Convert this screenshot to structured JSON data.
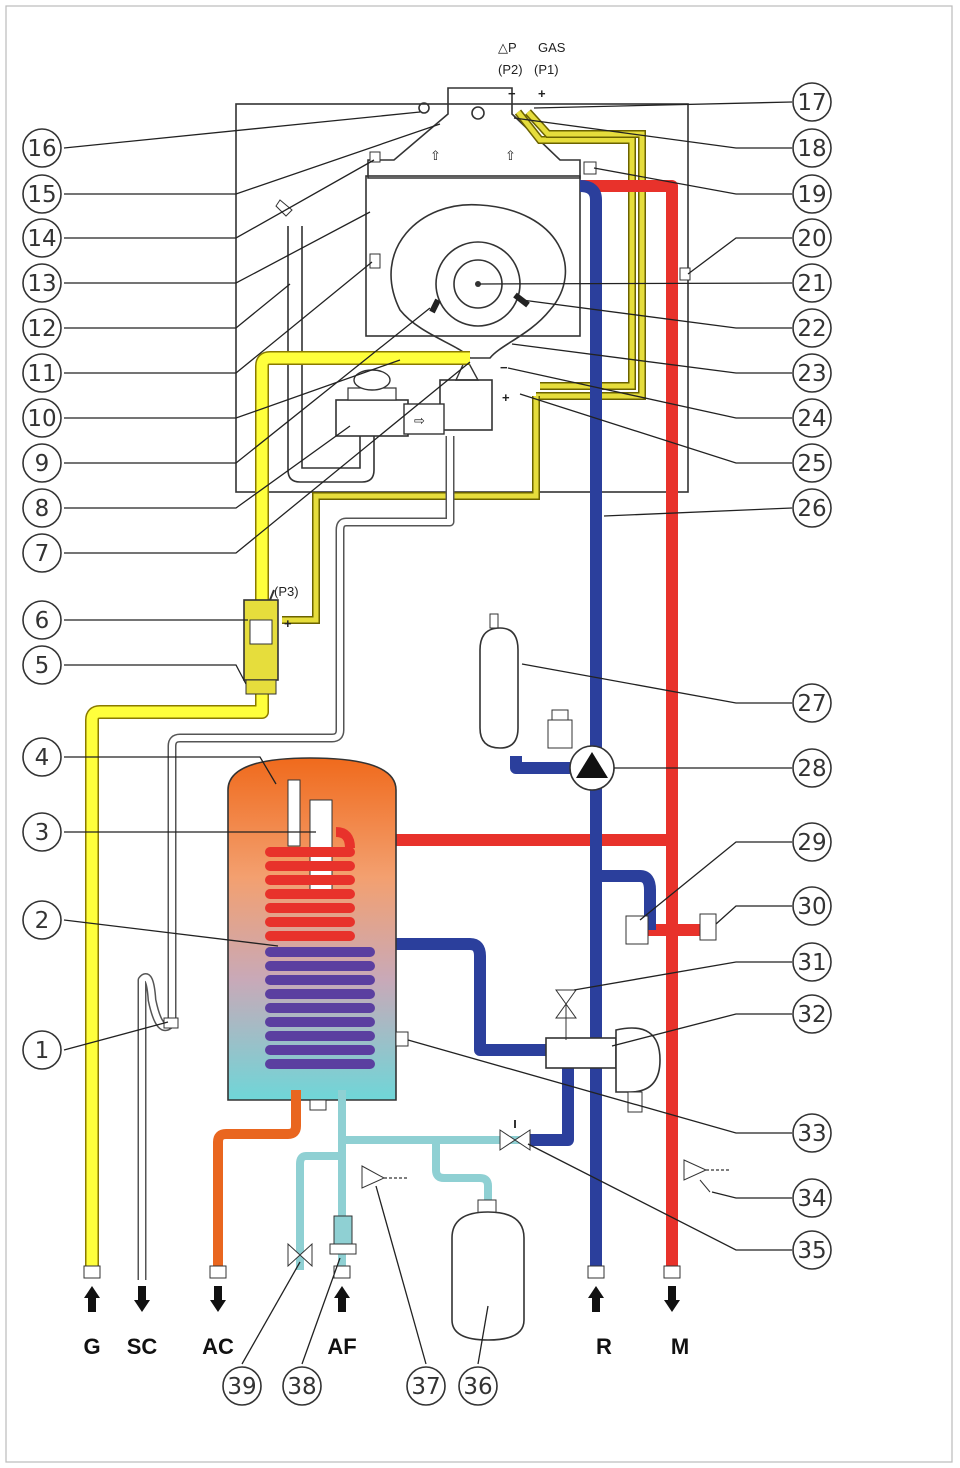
{
  "header": {
    "delta_p_label": "△P",
    "gas_label": "GAS",
    "p2_label": "(P2)",
    "p1_label": "(P1)",
    "minus_sign": "−",
    "plus_sign": "+"
  },
  "p3_label": "(P3)",
  "left_callouts": [
    "16",
    "15",
    "14",
    "13",
    "12",
    "11",
    "10",
    "9",
    "8",
    "7",
    "6",
    "5",
    "4",
    "3",
    "2",
    "1"
  ],
  "right_callouts": [
    "17",
    "18",
    "19",
    "20",
    "21",
    "22",
    "23",
    "24",
    "25",
    "26",
    "27",
    "28",
    "29",
    "30",
    "31",
    "32",
    "33",
    "34",
    "35"
  ],
  "bottom_callouts": [
    "39",
    "38",
    "37",
    "36"
  ],
  "connections": [
    "G",
    "SC",
    "AC",
    "AF",
    "R",
    "M"
  ],
  "colors": {
    "gas": "#ffff3c",
    "flow_hot": "#e8322b",
    "return_cold": "#2b3f9c",
    "dhw_hot": "#e9661f",
    "cold_water": "#8fd0d3"
  }
}
